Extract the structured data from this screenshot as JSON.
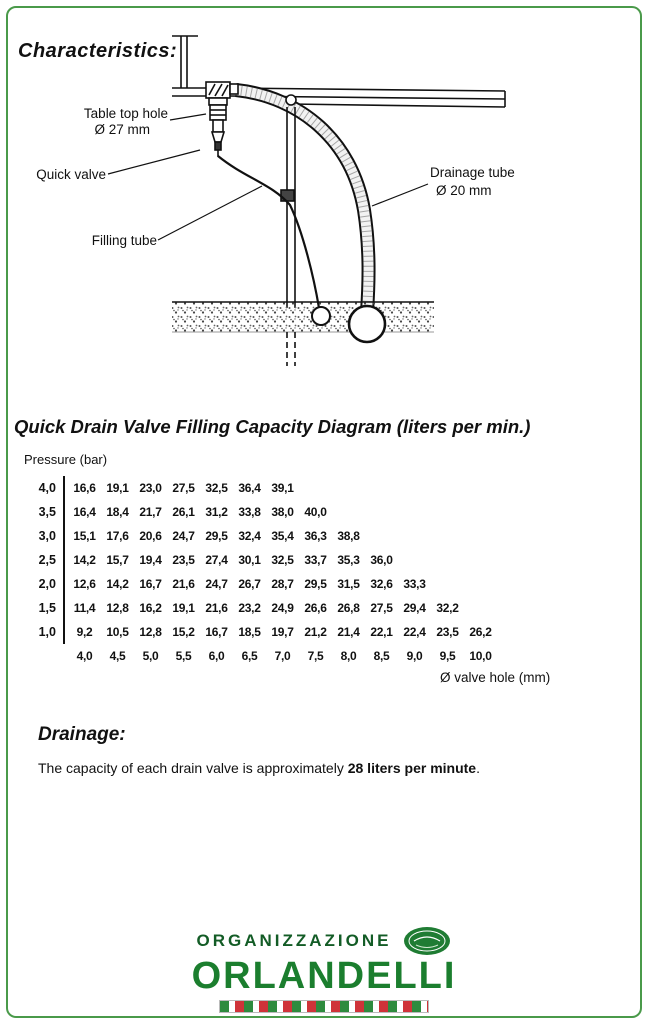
{
  "page": {
    "characteristics_title": "Characteristics:",
    "table_title": "Quick Drain Valve Filling Capacity Diagram (liters per min.)",
    "drainage_title": "Drainage:",
    "drainage_text_prefix": "The capacity of each drain valve is approximately ",
    "drainage_text_bold": "28 liters per minute",
    "drainage_text_suffix": "."
  },
  "diagram": {
    "labels": {
      "table_top_hole_1": "Table top hole",
      "table_top_hole_2": "Ø 27 mm",
      "quick_valve": "Quick valve",
      "filling_tube": "Filling tube",
      "drainage_tube_1": "Drainage tube",
      "drainage_tube_2": "Ø 20 mm"
    }
  },
  "chart_data": {
    "type": "table",
    "title": "Quick Drain Valve Filling Capacity Diagram (liters per min.)",
    "row_axis_label": "Pressure (bar)",
    "col_axis_label": "Ø valve hole (mm)",
    "col_headers": [
      "4,0",
      "4,5",
      "5,0",
      "5,5",
      "6,0",
      "6,5",
      "7,0",
      "7,5",
      "8,0",
      "8,5",
      "9,0",
      "9,5",
      "10,0"
    ],
    "rows": [
      {
        "pressure": "4,0",
        "values": [
          "16,6",
          "19,1",
          "23,0",
          "27,5",
          "32,5",
          "36,4",
          "39,1"
        ]
      },
      {
        "pressure": "3,5",
        "values": [
          "16,4",
          "18,4",
          "21,7",
          "26,1",
          "31,2",
          "33,8",
          "38,0",
          "40,0"
        ]
      },
      {
        "pressure": "3,0",
        "values": [
          "15,1",
          "17,6",
          "20,6",
          "24,7",
          "29,5",
          "32,4",
          "35,4",
          "36,3",
          "38,8"
        ]
      },
      {
        "pressure": "2,5",
        "values": [
          "14,2",
          "15,7",
          "19,4",
          "23,5",
          "27,4",
          "30,1",
          "32,5",
          "33,7",
          "35,3",
          "36,0"
        ]
      },
      {
        "pressure": "2,0",
        "values": [
          "12,6",
          "14,2",
          "16,7",
          "21,6",
          "24,7",
          "26,7",
          "28,7",
          "29,5",
          "31,5",
          "32,6",
          "33,3"
        ]
      },
      {
        "pressure": "1,5",
        "values": [
          "11,4",
          "12,8",
          "16,2",
          "19,1",
          "21,6",
          "23,2",
          "24,9",
          "26,6",
          "26,8",
          "27,5",
          "29,4",
          "32,2"
        ]
      },
      {
        "pressure": "1,0",
        "values": [
          "9,2",
          "10,5",
          "12,8",
          "15,2",
          "16,7",
          "18,5",
          "19,7",
          "21,2",
          "21,4",
          "22,1",
          "22,4",
          "23,5",
          "26,2"
        ]
      }
    ]
  },
  "footer": {
    "org_line": "ORGANIZZAZIONE",
    "brand": "ORLANDELLI"
  },
  "colors": {
    "border_green": "#4a9a4a",
    "brand_green": "#1b7e2e",
    "dark_green": "#135c26",
    "flag_green": "#2e8b3e",
    "flag_red": "#cf3339"
  }
}
